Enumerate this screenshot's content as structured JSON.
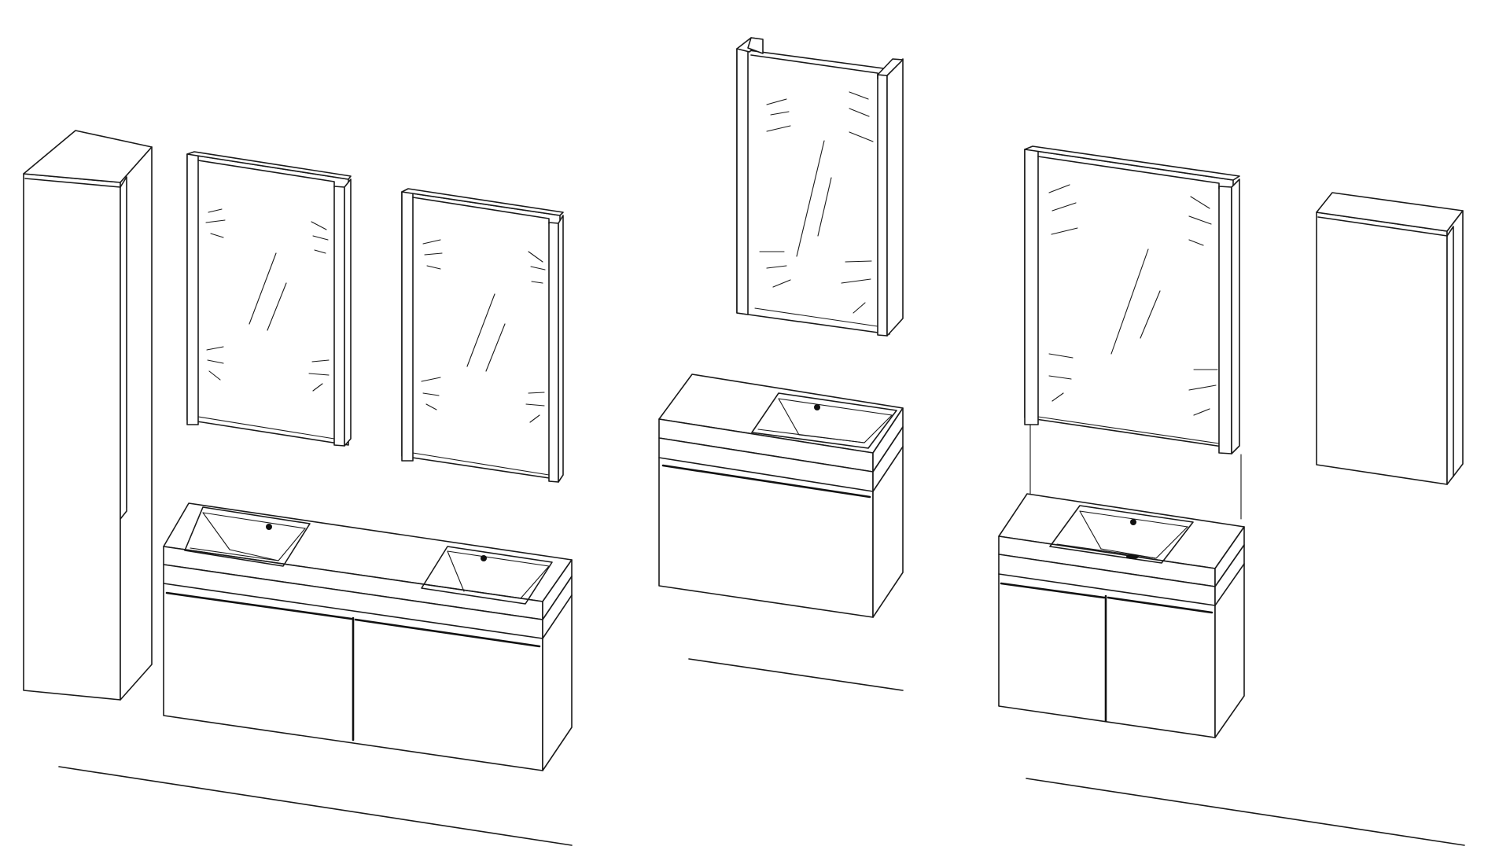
{
  "figure": {
    "kind": "bathroom furniture line drawing",
    "groups": [
      {
        "name": "double-vanity-set",
        "items": [
          "tall-cabinet",
          "mirror-left",
          "mirror-right",
          "double-basin-vanity"
        ]
      },
      {
        "name": "compact-vanity-set",
        "items": [
          "mirror-center",
          "single-drawer-vanity"
        ]
      },
      {
        "name": "two-door-vanity-set",
        "items": [
          "mirror-right-set",
          "wall-cabinet",
          "two-door-vanity"
        ]
      }
    ],
    "colors": {
      "line": "#1a1a1a",
      "background": "#ffffff"
    }
  }
}
